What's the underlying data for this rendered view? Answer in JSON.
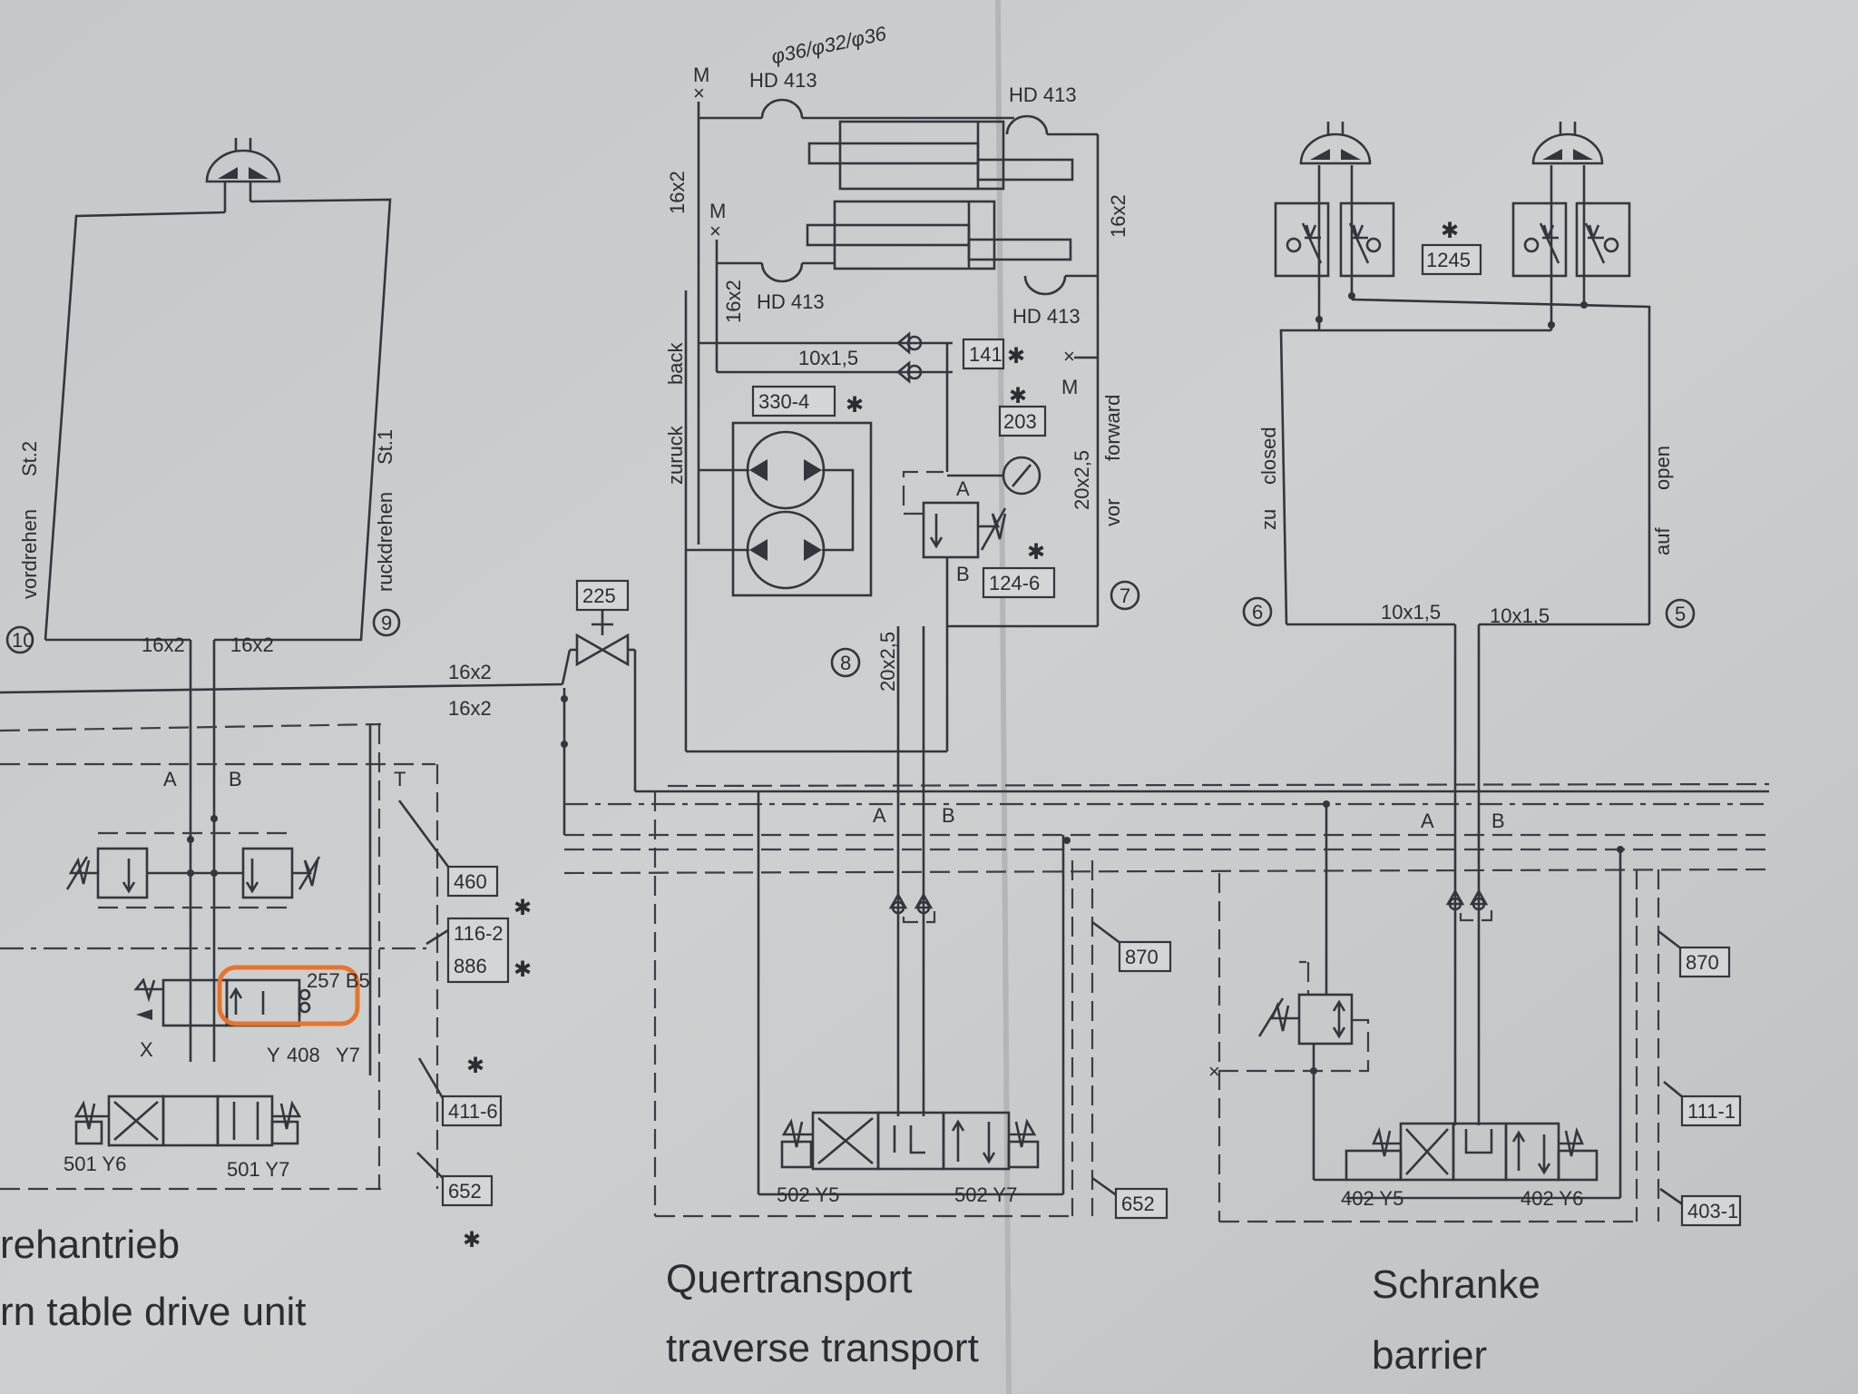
{
  "handwritten_note": "φ36/φ32/φ36",
  "sections": {
    "left": {
      "title_de": "rehantrieb",
      "title_en": "rn table drive unit"
    },
    "middle": {
      "title_de": "Quertransport",
      "title_en": "traverse transport"
    },
    "right": {
      "title_de": "Schranke",
      "title_en": "barrier"
    }
  },
  "cylinders": {
    "label": "HD 413"
  },
  "ports": {
    "A": "A",
    "B": "B",
    "T": "T",
    "M": "M",
    "X": "X",
    "Y": "Y"
  },
  "pipes": {
    "p16": "16x2",
    "p10": "10x1,5",
    "p20": "20x2,5"
  },
  "circles": {
    "c5": "5",
    "c6": "6",
    "c7": "7",
    "c8": "8",
    "c9": "9",
    "c10": "10"
  },
  "direction_labels": {
    "vordrehen": "vordrehen",
    "st2": "St.2",
    "ruckdrehen": "ruckdrehen",
    "st1": "St.1",
    "back": "back",
    "zuruck": "zuruck",
    "forward": "forward",
    "vor": "vor",
    "closed": "closed",
    "zu": "zu",
    "open": "open",
    "auf": "auf"
  },
  "part_numbers": {
    "p141": "141",
    "p203": "203",
    "p330": "330-4",
    "p124": "124-6",
    "p225": "225",
    "p460": "460",
    "p116": "116-2",
    "p886": "886",
    "p411": "411-6",
    "p652": "652",
    "p870": "870",
    "p1245": "1245",
    "p111": "111-1",
    "p403": "403-1"
  },
  "valve_labels": {
    "v408": "408",
    "y7": "Y7",
    "v257": "257 B5",
    "v501y6": "501 Y6",
    "v501y7": "501 Y7",
    "v502y5": "502 Y5",
    "v502y7": "502 Y7",
    "v402y5": "402 Y5",
    "v402y6": "402 Y6"
  },
  "highlight_color": "#e8732a"
}
